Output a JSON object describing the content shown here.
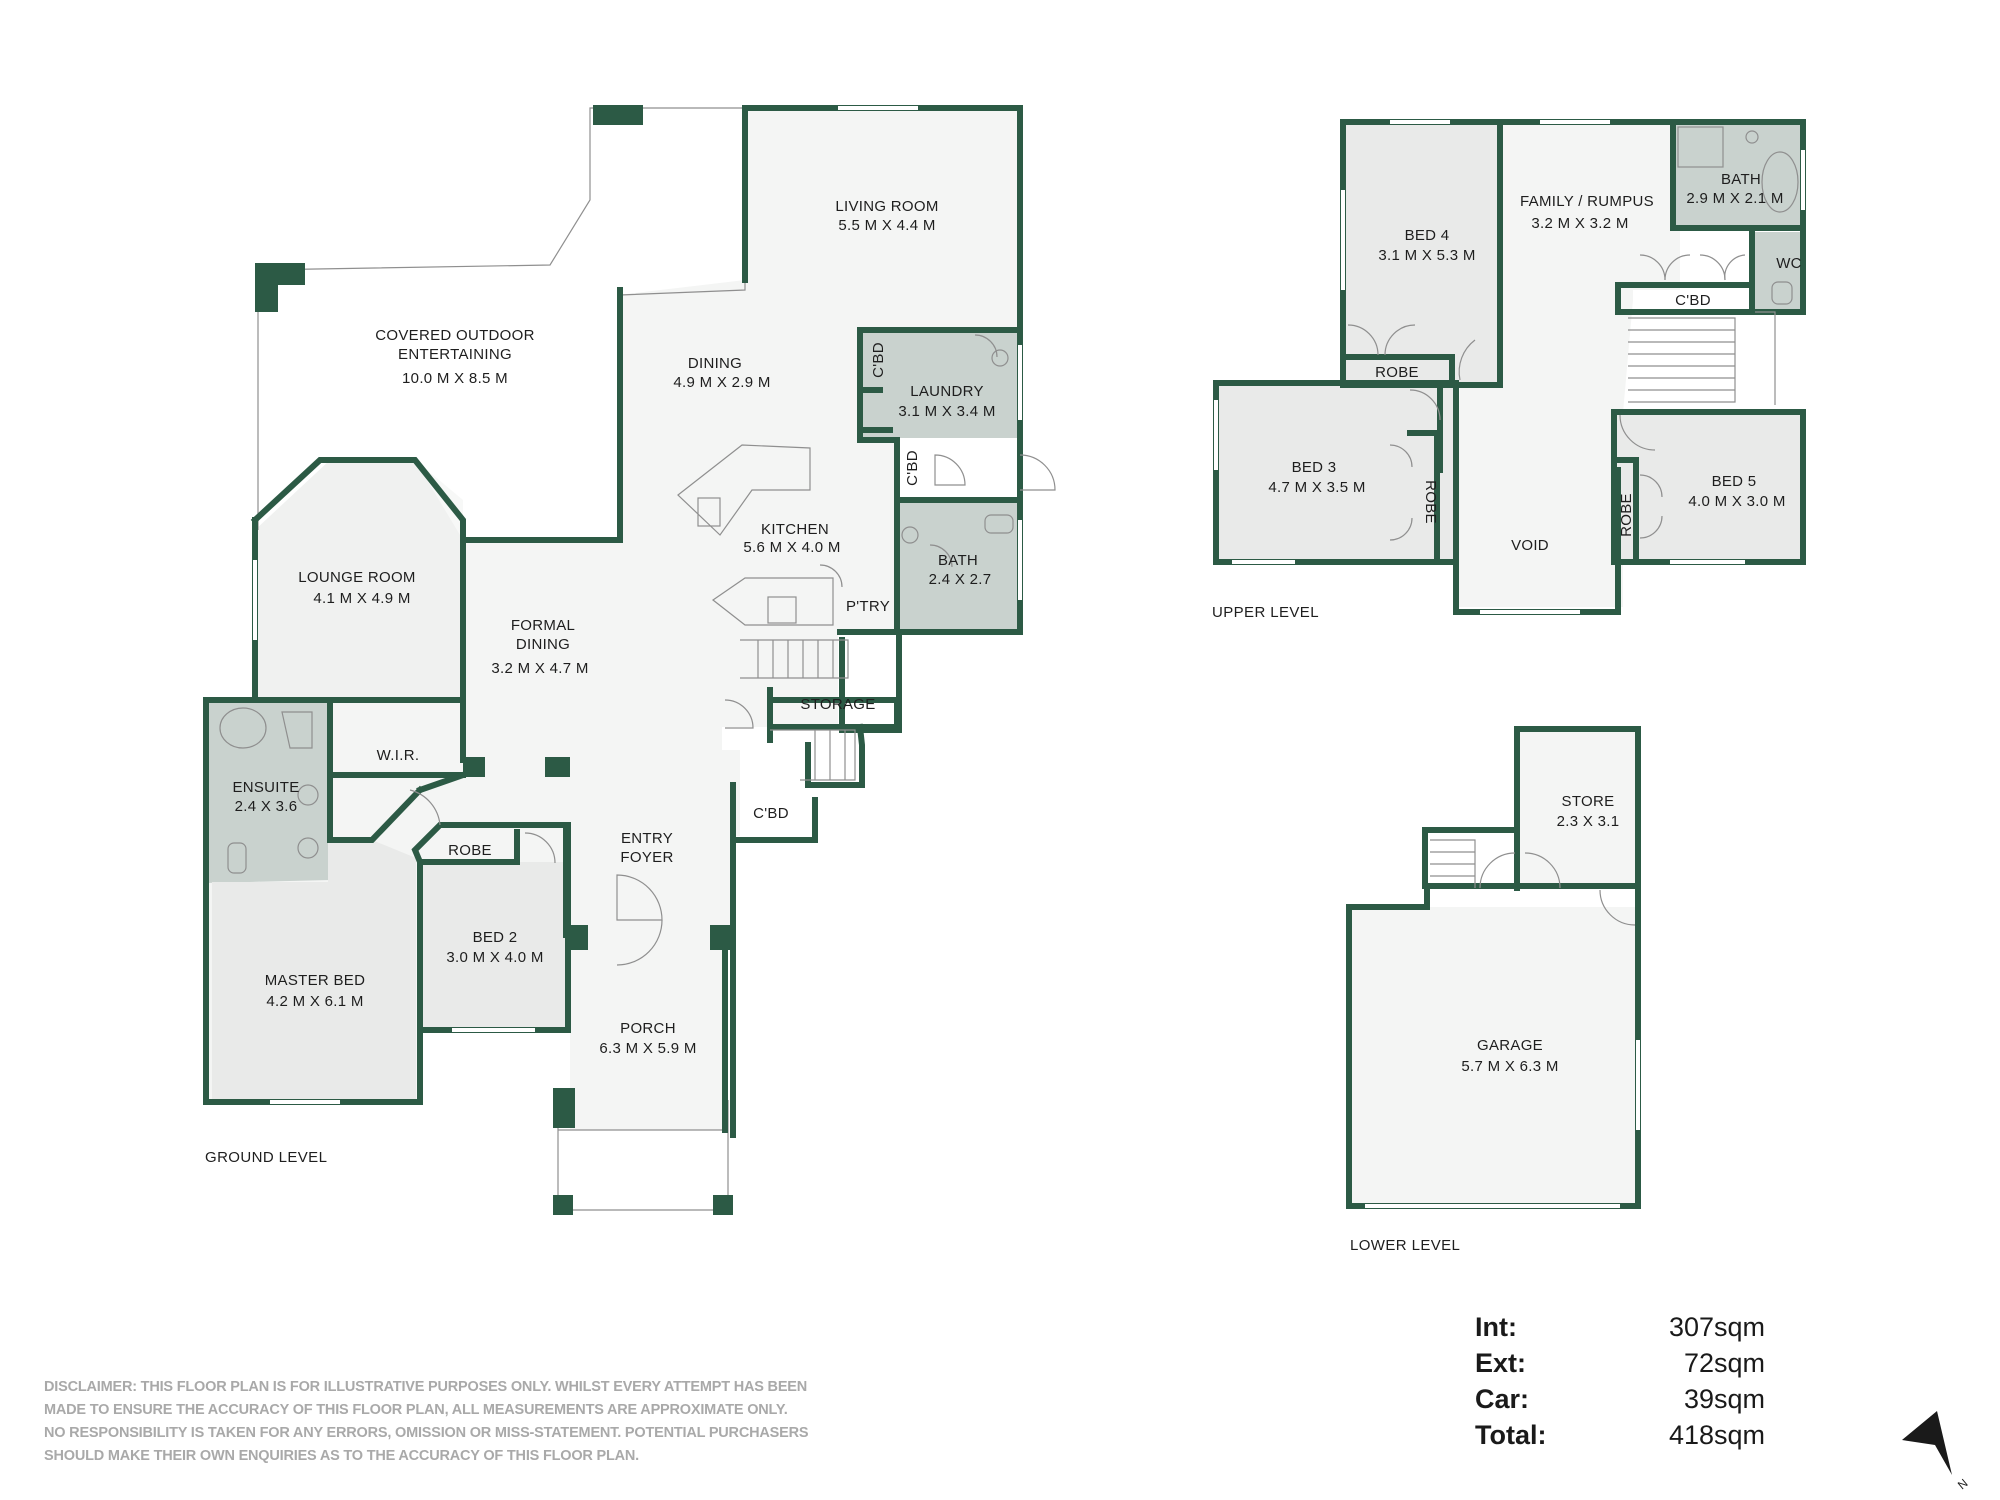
{
  "ground_level": {
    "title": "GROUND LEVEL",
    "rooms": {
      "living": {
        "name": "LIVING ROOM",
        "dims": "5.5 M X 4.4 M"
      },
      "covered": {
        "name_1": "COVERED OUTDOOR",
        "name_2": "ENTERTAINING",
        "dims": "10.0 M X 8.5 M"
      },
      "dining": {
        "name": "DINING",
        "dims": "4.9 M X 2.9 M"
      },
      "laundry": {
        "name": "LAUNDRY",
        "dims": "3.1 M X 3.4 M"
      },
      "kitchen": {
        "name": "KITCHEN",
        "dims": "5.6 M X 4.0 M"
      },
      "bath": {
        "name": "BATH",
        "dims": "2.4 X 2.7"
      },
      "pantry": {
        "name": "P'TRY"
      },
      "lounge": {
        "name": "LOUNGE ROOM",
        "dims": "4.1 M X 4.9 M"
      },
      "formal": {
        "name_1": "FORMAL",
        "name_2": "DINING",
        "dims": "3.2 M X 4.7 M"
      },
      "storage": {
        "name": "STORAGE"
      },
      "ensuite": {
        "name": "ENSUITE",
        "dims": "2.4 X 3.6"
      },
      "wir": {
        "name": "W.I.R."
      },
      "robe": {
        "name": "ROBE"
      },
      "entry": {
        "name_1": "ENTRY",
        "name_2": "FOYER"
      },
      "cbd_entry": {
        "name": "C'BD"
      },
      "cbd_laundry": {
        "name": "C'BD"
      },
      "cbd_bath": {
        "name": "C'BD"
      },
      "bed2": {
        "name": "BED 2",
        "dims": "3.0 M X 4.0 M"
      },
      "master": {
        "name": "MASTER BED",
        "dims": "4.2 M X 6.1 M"
      },
      "porch": {
        "name": "PORCH",
        "dims": "6.3 M X 5.9 M"
      }
    }
  },
  "upper_level": {
    "title": "UPPER LEVEL",
    "rooms": {
      "bed4": {
        "name": "BED 4",
        "dims": "3.1 M X 5.3 M"
      },
      "family": {
        "name": "FAMILY / RUMPUS",
        "dims": "3.2 M X 3.2 M"
      },
      "bath": {
        "name": "BATH",
        "dims": "2.9 M X 2.1 M"
      },
      "wc": {
        "name": "WC"
      },
      "cbd": {
        "name": "C'BD"
      },
      "robe4": {
        "name": "ROBE"
      },
      "bed3": {
        "name": "BED 3",
        "dims": "4.7 M X 3.5 M"
      },
      "robe3": {
        "name": "ROBE"
      },
      "void": {
        "name": "VOID"
      },
      "robe5": {
        "name": "ROBE"
      },
      "bed5": {
        "name": "BED 5",
        "dims": "4.0 M X 3.0 M"
      }
    }
  },
  "lower_level": {
    "title": "LOWER LEVEL",
    "rooms": {
      "store": {
        "name": "STORE",
        "dims": "2.3 X 3.1"
      },
      "garage": {
        "name": "GARAGE",
        "dims": "5.7 M X 6.3 M"
      }
    }
  },
  "areas": [
    {
      "label": "Int:",
      "value": "307sqm"
    },
    {
      "label": "Ext:",
      "value": "72sqm"
    },
    {
      "label": "Car:",
      "value": "39sqm"
    },
    {
      "label": "Total:",
      "value": "418sqm"
    }
  ],
  "disclaimer": [
    "DISCLAIMER: THIS FLOOR PLAN IS FOR ILLUSTRATIVE PURPOSES ONLY. WHILST EVERY ATTEMPT HAS BEEN",
    "MADE TO ENSURE THE ACCURACY OF THIS FLOOR PLAN, ALL MEASUREMENTS ARE APPROXIMATE ONLY.",
    "NO RESPONSIBILITY IS TAKEN FOR ANY ERRORS, OMISSION OR MISS-STATEMENT. POTENTIAL PURCHASERS",
    "SHOULD MAKE THEIR OWN ENQUIRIES AS TO THE ACCURACY OF THIS FLOOR PLAN."
  ],
  "compass": {
    "label": "N",
    "icon": "north-arrow-icon"
  },
  "colors": {
    "wall": "#2c5a45",
    "room_grey": "#e9eae9",
    "wet_area": "#c9d2ce",
    "disclaimer": "#a9a9a9"
  }
}
